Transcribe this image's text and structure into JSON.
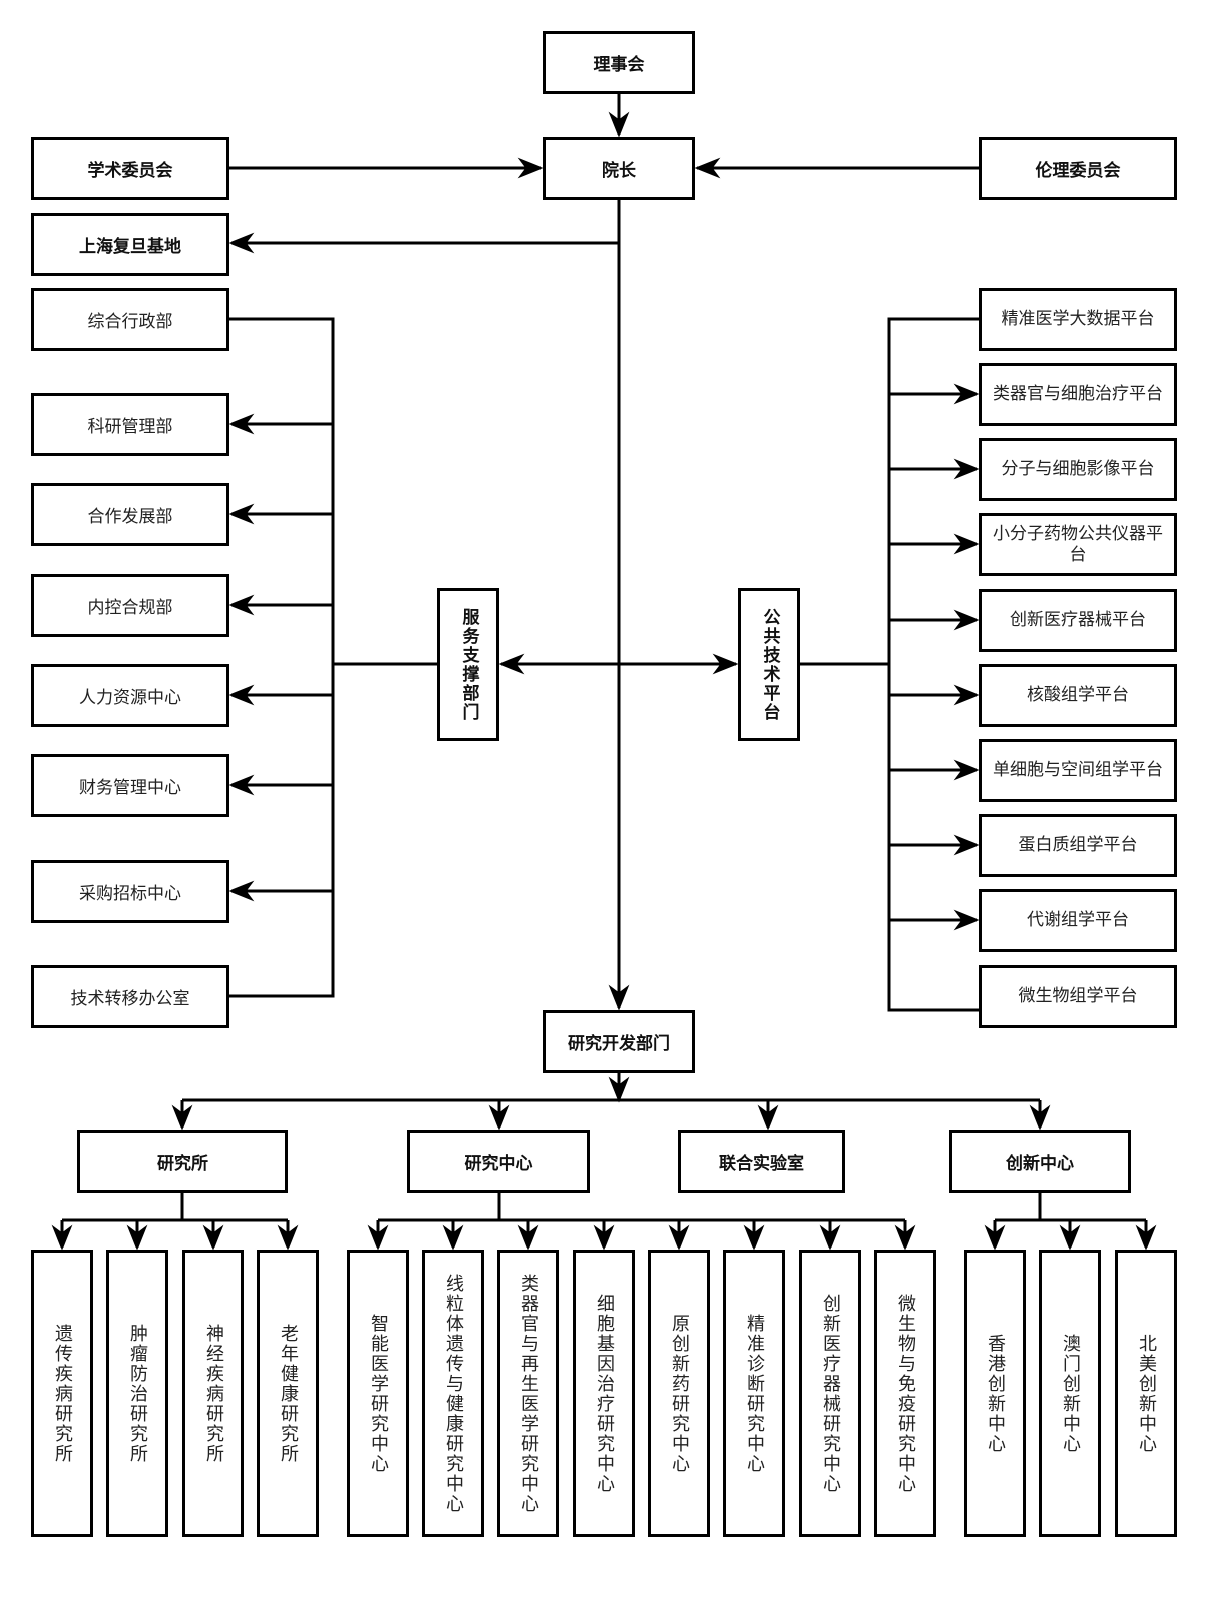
{
  "top": {
    "board": "理事会",
    "president": "院长",
    "academic_committee": "学术委员会",
    "ethics_committee": "伦理委员会",
    "shanghai_base": "上海复旦基地"
  },
  "service_support": {
    "title": "服务支撑部门",
    "items": [
      "综合行政部",
      "科研管理部",
      "合作发展部",
      "内控合规部",
      "人力资源中心",
      "财务管理中心",
      "采购招标中心",
      "技术转移办公室"
    ]
  },
  "public_platforms": {
    "title": "公共技术平台",
    "items": [
      "精准医学大数据平台",
      "类器官与细胞治疗平台",
      "分子与细胞影像平台",
      "小分子药物公共仪器平台",
      "创新医疗器械平台",
      "核酸组学平台",
      "单细胞与空间组学平台",
      "蛋白质组学平台",
      "代谢组学平台",
      "微生物组学平台"
    ]
  },
  "rnd": {
    "title": "研究开发部门",
    "groups": [
      {
        "title": "研究所",
        "items": [
          "遗传疾病研究所",
          "肿瘤防治研究所",
          "神经疾病研究所",
          "老年健康研究所"
        ]
      },
      {
        "title": "研究中心",
        "items": [
          "智能医学研究中心",
          "线粒体遗传与健康研究中心",
          "类器官与再生医学研究中心",
          "细胞基因治疗研究中心",
          "原创新药研究中心",
          "精准诊断研究中心",
          "创新医疗器械研究中心",
          "微生物与免疫研究中心"
        ]
      },
      {
        "title": "联合实验室",
        "items": []
      },
      {
        "title": "创新中心",
        "items": [
          "香港创新中心",
          "澳门创新中心",
          "北美创新中心"
        ]
      }
    ]
  }
}
